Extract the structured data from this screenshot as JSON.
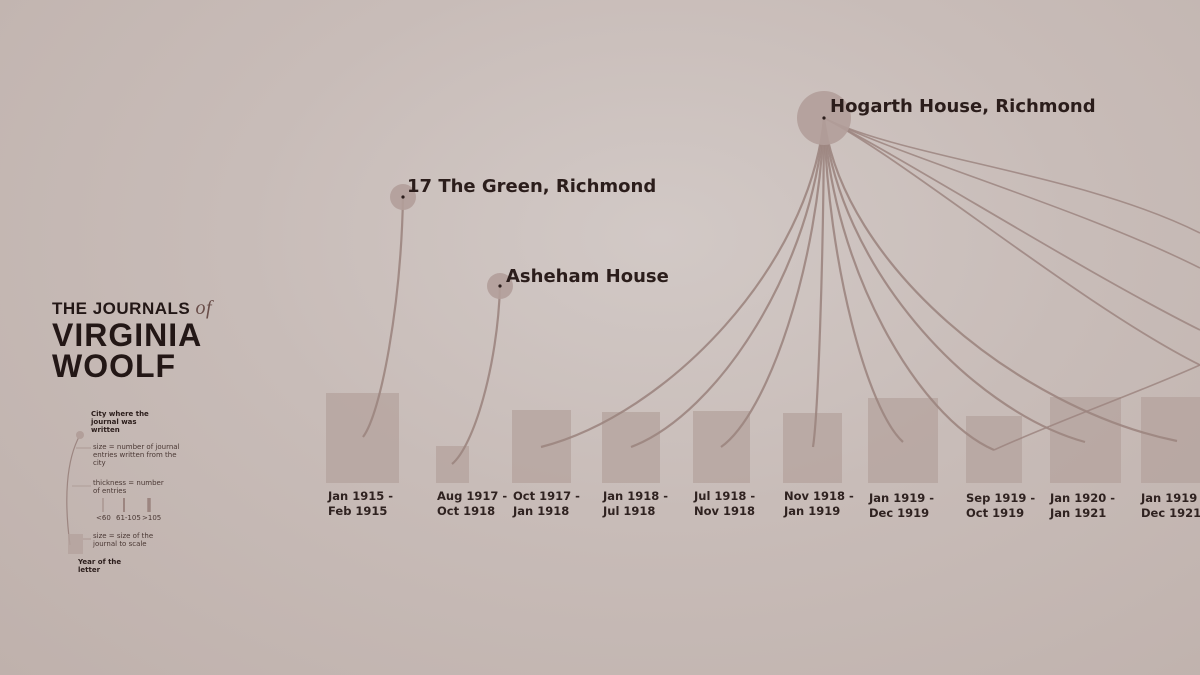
{
  "title": {
    "line1": "THE JOURNALS",
    "of": "of",
    "line2": "VIRGINIA",
    "line3": "WOOLF"
  },
  "legend": {
    "city": "City where the journal was written",
    "size_city": "size = number of journal entries written from the city",
    "thickness": "thickness = number of entries",
    "thresholds": [
      "<60",
      "61-105",
      ">105"
    ],
    "size_journal": "size = size of the journal to scale",
    "year": "Year of the letter"
  },
  "places": [
    {
      "id": "green",
      "name": "17 The Green, Richmond"
    },
    {
      "id": "asheham",
      "name": "Asheham House"
    },
    {
      "id": "hogarth",
      "name": "Hogarth House, Richmond"
    }
  ],
  "journals": [
    {
      "period": [
        "Jan 1915 -",
        "Feb 1915"
      ],
      "place": "green"
    },
    {
      "period": [
        "Aug 1917 -",
        "Oct 1918"
      ],
      "place": "asheham"
    },
    {
      "period": [
        "Oct 1917 -",
        "Jan 1918"
      ],
      "place": "hogarth"
    },
    {
      "period": [
        "Jan 1918 -",
        "Jul 1918"
      ],
      "place": "hogarth"
    },
    {
      "period": [
        "Jul 1918 -",
        "Nov 1918"
      ],
      "place": "hogarth"
    },
    {
      "period": [
        "Nov 1918 -",
        "Jan 1919"
      ],
      "place": "hogarth"
    },
    {
      "period": [
        "Jan 1919 -",
        "Dec 1919"
      ],
      "place": "hogarth"
    },
    {
      "period": [
        "Sep 1919 -",
        "Oct 1919"
      ],
      "place": "hogarth"
    },
    {
      "period": [
        "Jan 1920 -",
        "Jan 1921"
      ],
      "place": "hogarth"
    },
    {
      "period": [
        "Jan 1919 -",
        "Dec 1921"
      ],
      "place": "hogarth"
    }
  ],
  "colors": {
    "box": "#b4a39e",
    "bubble": "#b29f9a",
    "link": "#9c8580",
    "text": "#2b1d1b"
  }
}
